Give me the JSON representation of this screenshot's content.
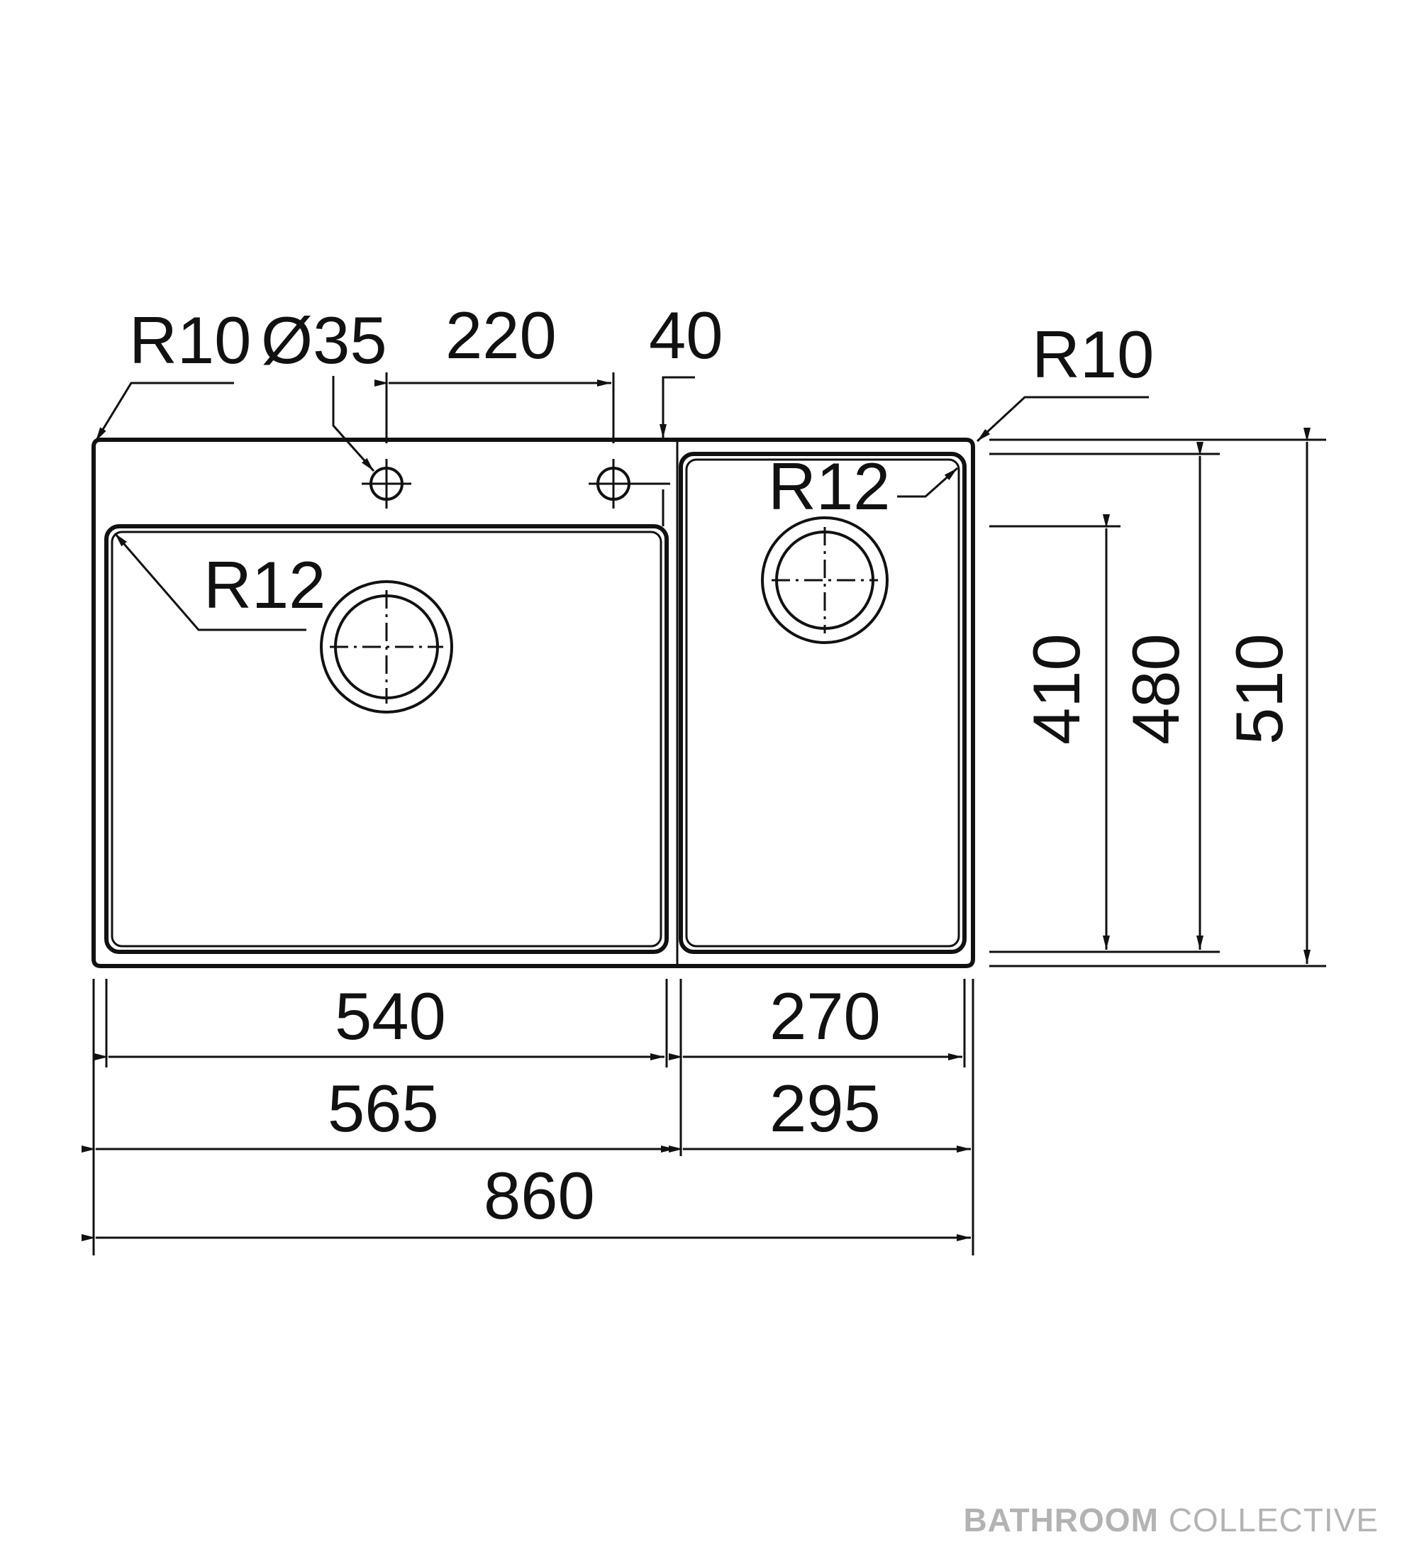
{
  "labels": {
    "corner_radius_left": "R10",
    "tap_hole_diameter": "Ø35",
    "tap_hole_spacing": "220",
    "tap_hole_offset": "40",
    "corner_radius_right": "R10",
    "bowl_radius_right": "R12",
    "bowl_radius_left": "R12",
    "height_inner_small": "410",
    "height_inner_bowl": "480",
    "height_overall": "510",
    "width_left_bowl": "540",
    "width_right_bowl": "270",
    "width_left_section": "565",
    "width_right_section": "295",
    "width_overall": "860"
  },
  "brand": {
    "bold": "BATHROOM",
    "light": "COLLECTIVE"
  },
  "colors": {
    "ink": "#111111",
    "brand_text": "#b3b3b3",
    "background": "#ffffff"
  }
}
